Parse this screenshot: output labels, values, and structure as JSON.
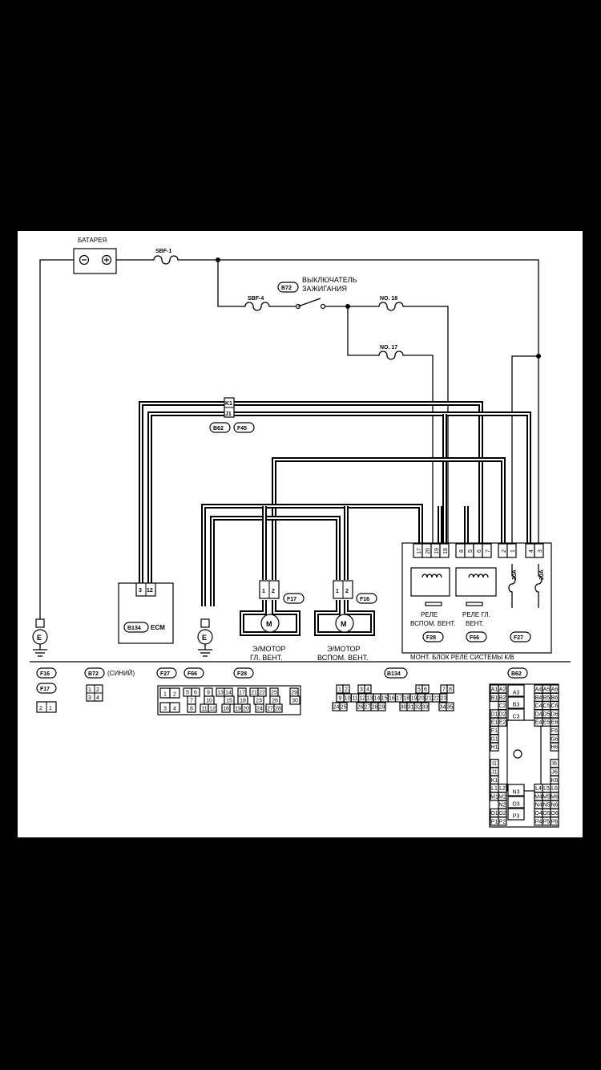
{
  "labels": {
    "battery": "БАТАРЕЯ",
    "sbf1": "SBF-1",
    "sbf4": "SBF-4",
    "ign_switch_line1": "ВЫКЛЮЧАТЕЛЬ",
    "ign_switch_line2": "ЗАЖИГАНИЯ",
    "no18": "NO. 18",
    "no17": "NO. 17",
    "ecm": "ECM",
    "motor_main_l1": "Э/МОТОР",
    "motor_main_l2": "ГЛ. ВЕНТ.",
    "motor_sub_l1": "Э/МОТОР",
    "motor_sub_l2": "ВСПОМ. ВЕНТ.",
    "relay_sub_l1": "РЕЛЕ",
    "relay_sub_l2": "ВСПОМ. ВЕНТ.",
    "relay_main_l1": "РЕЛЕ ГЛ.",
    "relay_main_l2": "ВЕНТ.",
    "relay_block": "МОНТ. БЛОК РЕЛЕ СИСТЕМЫ К/В",
    "fuse_a": "20A",
    "fuse_b": "20A",
    "ground": "E",
    "motor": "M",
    "b72_color": "(СИНИЙ)"
  },
  "connectors": {
    "b72": "B72",
    "b62": "B62",
    "f45": "F45",
    "b134": "B134",
    "f17": "F17",
    "f16": "F16",
    "f28": "F28",
    "f66": "F66",
    "f27": "F27",
    "k1": "K1",
    "j1": "J1"
  },
  "pins": {
    "ecm": [
      "3",
      "12"
    ],
    "f17": [
      "1",
      "2"
    ],
    "f16": [
      "1",
      "2"
    ],
    "relay": [
      "17",
      "20",
      "19",
      "18",
      "8",
      "5",
      "6",
      "7",
      "2",
      "1",
      "4",
      "3"
    ]
  },
  "legend": {
    "f16": {
      "title": "F16",
      "sub": "F17",
      "cells": [
        "2",
        "1"
      ]
    },
    "b72": {
      "title": "B72",
      "cells": [
        "1",
        "2",
        "3",
        "4"
      ]
    },
    "f27": {
      "title": "F27",
      "cells": [
        "1",
        "2",
        "3",
        "4"
      ]
    },
    "f66": {
      "title": "F66",
      "cells": [
        "5",
        "6",
        "7",
        "8"
      ]
    },
    "f28": {
      "title": "F28",
      "row1": [
        "9",
        "13",
        "14",
        "17",
        "21",
        "22",
        "25",
        "29"
      ],
      "row2": [
        "10",
        "15",
        "18",
        "23",
        "26",
        "30"
      ],
      "row3": [
        "11",
        "12",
        "16",
        "19",
        "20",
        "24",
        "27",
        "28"
      ]
    },
    "b134": {
      "title": "B134",
      "row1": [
        "1",
        "2",
        "3",
        "4",
        "5",
        "6",
        "7",
        "8"
      ],
      "row2": [
        "9",
        "10",
        "11",
        "12",
        "13",
        "14",
        "15",
        "16",
        "17",
        "18",
        "19",
        "20",
        "21",
        "22",
        "23"
      ],
      "row3": [
        "24",
        "25",
        "26",
        "27",
        "28",
        "29",
        "30",
        "31",
        "32",
        "33",
        "34",
        "35"
      ]
    },
    "b62": {
      "title": "B62",
      "left": [
        "A1",
        "A2",
        "B1",
        "B2",
        "C2",
        "D1",
        "D2",
        "E1",
        "E2",
        "F1",
        "G1",
        "H1",
        "I1",
        "J1",
        "K1",
        "L1",
        "L2",
        "M1",
        "M2",
        "N2",
        "O1",
        "O2",
        "P1",
        "P2"
      ],
      "mid": [
        "A3",
        "B3",
        "C3",
        "N3",
        "O3",
        "P3"
      ],
      "right": [
        "A4",
        "A5",
        "A6",
        "B4",
        "B5",
        "B6",
        "C4",
        "C5",
        "C6",
        "D4",
        "D5",
        "D6",
        "E4",
        "E5",
        "E6",
        "F6",
        "G6",
        "H6",
        "I6",
        "J6",
        "K6",
        "L4",
        "L5",
        "L6",
        "M4",
        "M5",
        "M6",
        "N4",
        "N5",
        "N6",
        "O4",
        "O5",
        "O6",
        "P4",
        "P5",
        "P6"
      ]
    }
  }
}
